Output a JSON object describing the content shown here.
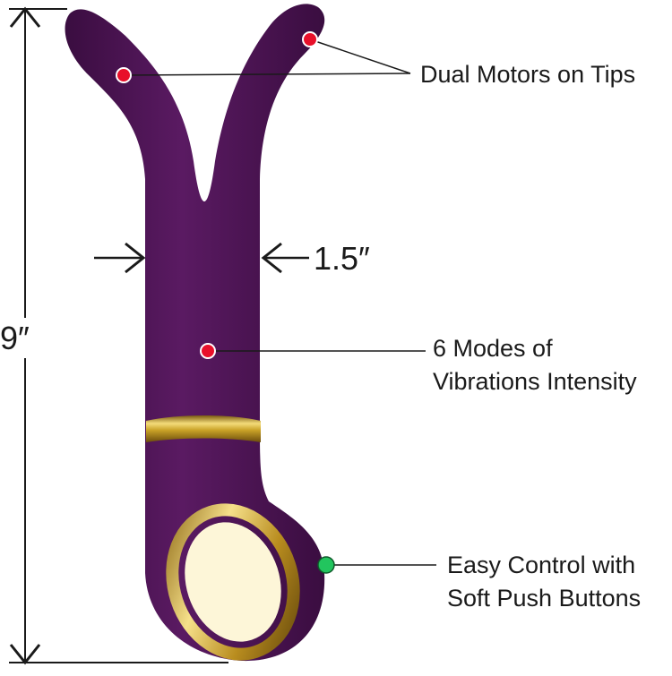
{
  "dimensions": {
    "length": "9″",
    "width": "1.5″"
  },
  "callouts": {
    "tips": "Dual Motors on Tips",
    "modes_line1": "6 Modes of",
    "modes_line2": "Vibrations Intensity",
    "control_line1": "Easy Control with",
    "control_line2": "Soft Push Buttons"
  },
  "colors": {
    "body": "#4a1450",
    "body_highlight": "#6b2a72",
    "gold": "#c9a227",
    "marker_red": "#e8102a",
    "marker_green": "#22c55e",
    "line": "#1a1a1a"
  }
}
